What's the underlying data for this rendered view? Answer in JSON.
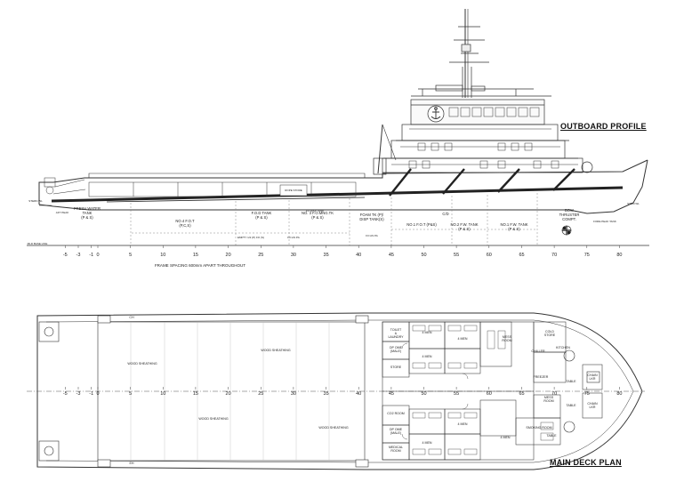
{
  "titles": {
    "outboard": "OUTBOARD PROFILE",
    "main_deck": "MAIN DECK PLAN"
  },
  "scale_labels": [
    "-5",
    "-3",
    "-1",
    "0",
    "5",
    "10",
    "15",
    "20",
    "25",
    "30",
    "35",
    "40",
    "45",
    "50",
    "55",
    "60",
    "65",
    "70",
    "75",
    "80"
  ],
  "frame_spacing": "FRAME SPACING 600mm APART THROUGHOUT",
  "profile_tanks": {
    "fresh_water": [
      "FRESH WATER",
      "TANK",
      "(P & S)"
    ],
    "fo_day": [
      "NO.4 F.O.T",
      "(P,C,S)"
    ],
    "fo_tank": [
      "F.O.D TANK",
      "(P & S)"
    ],
    "fo_mng": [
      "NO. 3 F.O.MNG.TK",
      "(P & S)"
    ],
    "foam": [
      "FOAM TK (P)/",
      "DISP TANK(S)"
    ],
    "fot_ps": "NO.1 F.O.T (P&S)",
    "fw_2": [
      "NO.2 F.W. TANK",
      "(P & S)"
    ],
    "fw_1": [
      "NO.1 F.W. TANK",
      "(P & S)"
    ],
    "bow_thruster": [
      "BOW",
      "THRUSTER",
      "COMPT."
    ],
    "cd": "C/D",
    "aft_small": "EMPTY 1/2 (P) FO (S)",
    "mid_small": "FO AS PA",
    "water_small": "FO AS PA",
    "store": "ROPE STORE",
    "disp": "FO DISP TANK",
    "fore_peak": "FORE PEAK TANK",
    "aft_peak": "AFT PEAK",
    "base_line": "MLD BASE LINE",
    "stem_wl": "STEM WL",
    "stern_wl": "STERN WL"
  },
  "deck_labels": {
    "wood_a": "WOOD SHEATHING",
    "wood_b": "WOOD SHEATHING",
    "wood_c": "WOOD SHEATHING",
    "wood_d": "WOOD SHEATHING",
    "toilet": [
      "TOILET",
      "&",
      "LAUNDRY"
    ],
    "four_men_a": "4 MEN",
    "four_men_b": "4 MEN",
    "four_men_c": "4 MEN",
    "four_men_d": "4 MEN",
    "four_men_e": "4 MEN",
    "four_men_f": "4 MEN",
    "dp_ome_a": [
      "DP OME",
      "(MALE)"
    ],
    "dp_ome_b": [
      "DP OME",
      "(MALE)"
    ],
    "store": "STORE",
    "co2": "CO2 ROOM",
    "medical": [
      "MEDICAL",
      "ROOM"
    ],
    "mess": [
      "MESS",
      "ROOM"
    ],
    "galley": [
      "MESS",
      "ROOM"
    ],
    "cold": [
      "COLD",
      "STORE"
    ],
    "kitchen": "KITCHEN",
    "chiller": "CHILLER",
    "freezer": "FREEZER",
    "table_a": "TABLE",
    "table_b": "TABLE",
    "table_c": "TABLE",
    "chain_a": [
      "CHAIN",
      "LKR"
    ],
    "chain_b": [
      "CHAIN",
      "LKR"
    ],
    "smoking": "SMOKING ROOM",
    "ch": "CH",
    "eh": "EH"
  }
}
